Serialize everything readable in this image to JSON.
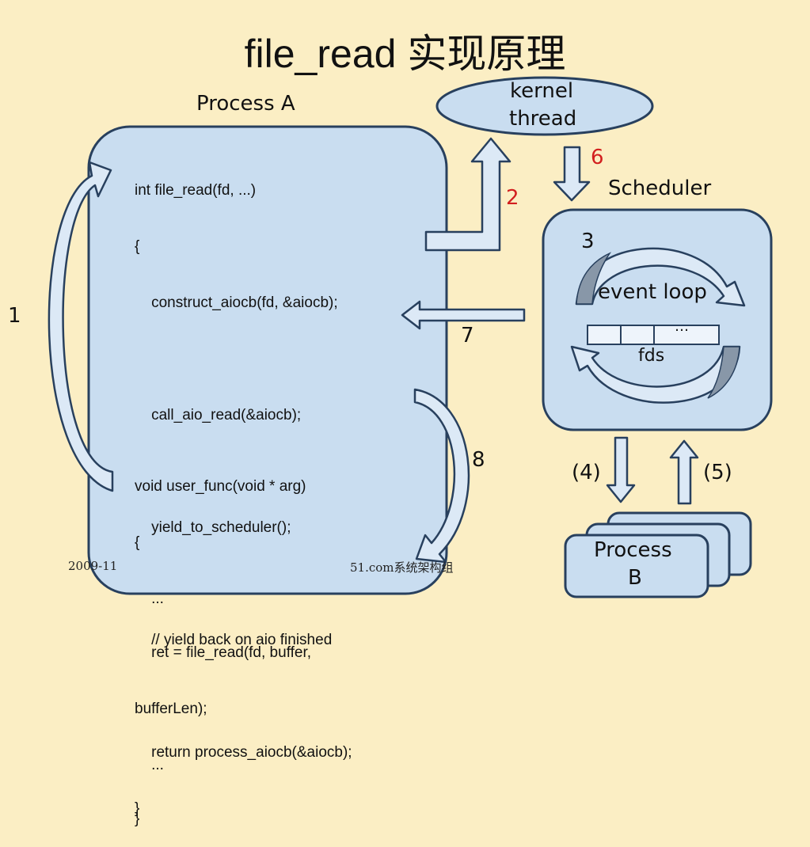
{
  "title": "file_read 实现原理",
  "process_a_label": "Process A",
  "kernel_thread": [
    "kernel",
    "thread"
  ],
  "scheduler_label": "Scheduler",
  "event_loop_label": "event loop",
  "fds_label": "fds",
  "fds_dots": "…",
  "process_b": [
    "Process",
    "B"
  ],
  "steps": {
    "s1": "1",
    "s2": "2",
    "s3": "3",
    "s4": "(4)",
    "s5": "(5)",
    "s6": "6",
    "s7": "7",
    "s8": "8"
  },
  "code_file_read": [
    "int file_read(fd, ...)",
    "{",
    "    construct_aiocb(fd, &aiocb);",
    "",
    "    call_aio_read(&aiocb);",
    "",
    "    yield_to_scheduler();",
    "",
    "    // yield back on aio finished",
    "",
    "    return process_aiocb(&aiocb);",
    "}"
  ],
  "code_user_func": [
    "void user_func(void * arg)",
    "{",
    "    ...",
    "    ret = file_read(fd, buffer,",
    "bufferLen);",
    "    ...",
    "}"
  ],
  "footer": {
    "date": "2009-11",
    "org": "51.com系统架构组"
  },
  "colors": {
    "background": "#fbeec4",
    "box_fill": "#c9ddf0",
    "box_stroke": "#28405e",
    "arrow_fill": "#dce9f6",
    "dark_arrow": "#8897a8",
    "red_label": "#d21f1f"
  }
}
